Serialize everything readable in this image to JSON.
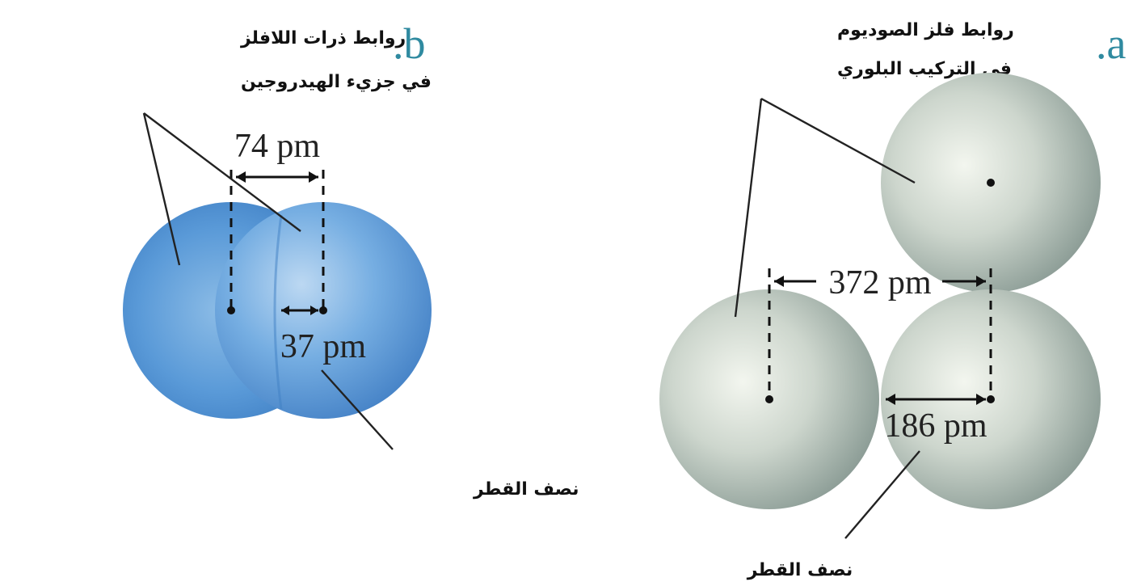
{
  "panel_a": {
    "letter": ".a",
    "label_bond_line1": "روابط فلز الصوديوم",
    "label_bond_line2": "في التركيب البلوري",
    "distance_label": "372 pm",
    "radius_value": "186 pm",
    "radius_label": "نصف القطر",
    "atom_color": "#b9c6bd"
  },
  "panel_b": {
    "letter": ".b",
    "label_bond_line1": "روابط ذرات اللافلز",
    "label_bond_line2": "في جزيء الهيدروجين",
    "distance_label": "74 pm",
    "radius_value": "37 pm",
    "radius_label": "نصف القطر",
    "atom_color": "#4a8fd0"
  }
}
